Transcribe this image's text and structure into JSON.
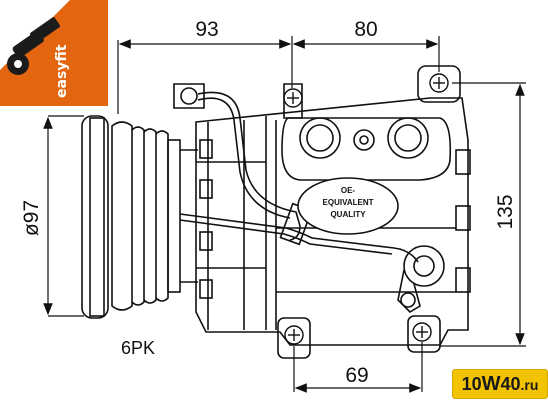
{
  "logo": {
    "text": "easyfit",
    "brand_color": "#e3650f",
    "icon": "wrench-icon"
  },
  "dimensions": {
    "top_left": "93",
    "top_right": "80",
    "left_vertical": "ø97",
    "right_vertical": "135",
    "bottom": "69"
  },
  "pulley_label": "6PK",
  "badge": {
    "line1": "OE-",
    "line2": "EQUIVALENT",
    "line3": "QUALITY"
  },
  "watermark": {
    "part1": "10",
    "part2": "W",
    "part3": "40",
    "part4": ".ru",
    "color": "#f2c300"
  }
}
